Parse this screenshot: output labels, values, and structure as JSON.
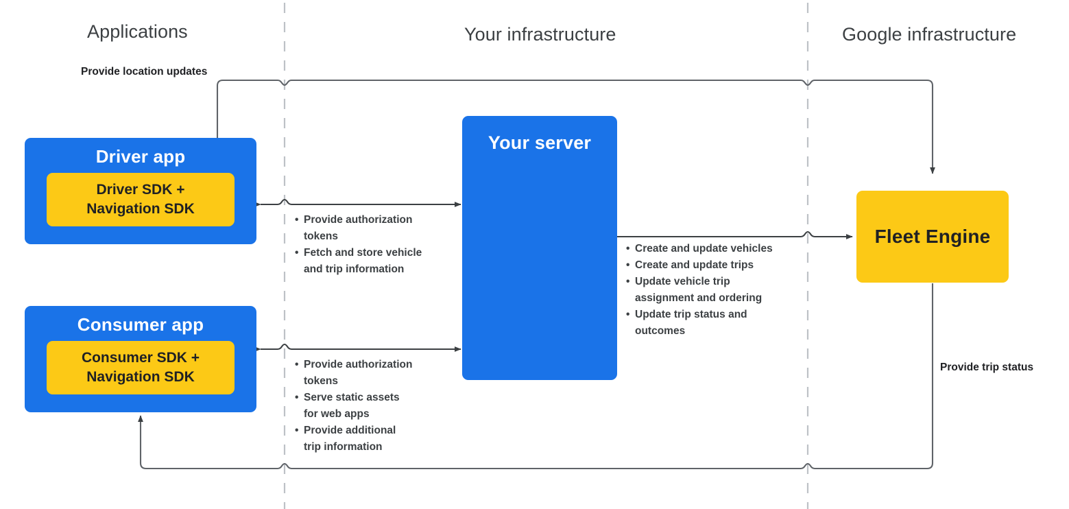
{
  "zones": [
    {
      "label": "Applications"
    },
    {
      "label": "Your infrastructure"
    },
    {
      "label": "Google infrastructure"
    }
  ],
  "nodes": {
    "driver_app": {
      "title": "Driver app",
      "sdk_label": "Driver SDK +\nNavigation SDK",
      "sdk_line1": "Driver SDK +",
      "sdk_line2": "Navigation SDK",
      "box_color": "#1a73e8",
      "sdk_color": "#fcc916"
    },
    "consumer_app": {
      "title": "Consumer app",
      "sdk_line1": "Consumer SDK +",
      "sdk_line2": "Navigation SDK",
      "box_color": "#1a73e8",
      "sdk_color": "#fcc916"
    },
    "your_server": {
      "title": "Your server",
      "box_color": "#1a73e8"
    },
    "fleet_engine": {
      "title": "Fleet Engine",
      "box_color": "#fcc916"
    }
  },
  "edges": {
    "location_updates": {
      "label": "Provide location updates"
    },
    "trip_status": {
      "label": "Provide trip status"
    },
    "driver_to_server": {
      "bullets": [
        "Provide authorization tokens",
        "Fetch and store vehicle and trip information"
      ],
      "lines": [
        "Provide authorization",
        "tokens",
        "Fetch and store vehicle",
        "and trip information"
      ]
    },
    "consumer_to_server": {
      "bullets": [
        "Provide authorization tokens",
        "Serve static assets for web apps",
        "Provide additional trip information"
      ],
      "lines": [
        "Provide authorization",
        "tokens",
        "Serve static assets",
        "for web apps",
        "Provide additional",
        "trip information"
      ]
    },
    "server_to_fleet": {
      "bullets": [
        "Create and update vehicles",
        "Create and update trips",
        "Update vehicle trip assignment and ordering",
        "Update trip status and outcomes"
      ],
      "lines": [
        "Create and update vehicles",
        "Create and update trips",
        "Update vehicle trip",
        "assignment and ordering",
        "Update trip status and",
        "outcomes"
      ]
    }
  },
  "colors": {
    "google_blue": "#1a73e8",
    "google_yellow": "#fcc916",
    "header_text": "#3c4043",
    "connector": "#5f6368",
    "divider": "#bdc1c6"
  }
}
